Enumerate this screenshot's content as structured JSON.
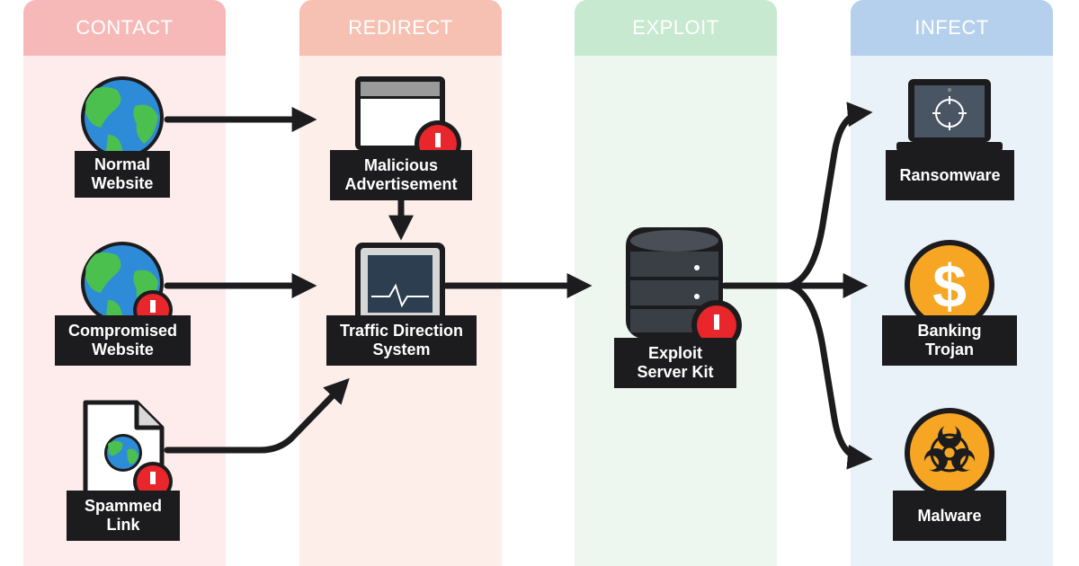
{
  "columns": [
    {
      "title": "CONTACT",
      "head_color": "#f7b9b8",
      "body_color": "#fdeceb"
    },
    {
      "title": "REDIRECT",
      "head_color": "#f6c1b2",
      "body_color": "#fdeeea"
    },
    {
      "title": "EXPLOIT",
      "head_color": "#c7e9cf",
      "body_color": "#edf7ef"
    },
    {
      "title": "INFECT",
      "head_color": "#b5d0ec",
      "body_color": "#e9f1f9"
    }
  ],
  "nodes": {
    "normal_website": {
      "line1": "Normal",
      "line2": "Website",
      "icon": "globe-icon"
    },
    "compromised_website": {
      "line1": "Compromised",
      "line2": "Website",
      "icon": "globe-alert-icon"
    },
    "spammed_link": {
      "line1": "Spammed",
      "line2": "Link",
      "icon": "document-globe-icon"
    },
    "malicious_ad": {
      "line1": "Malicious",
      "line2": "Advertisement",
      "icon": "browser-window-alert-icon"
    },
    "tds": {
      "line1": "Traffic Direction",
      "line2": "System",
      "icon": "monitor-pulse-icon"
    },
    "exploit_kit": {
      "line1": "Exploit",
      "line2": "Server Kit",
      "icon": "database-server-alert-icon"
    },
    "ransomware": {
      "line1": "Ransomware",
      "icon": "laptop-target-icon"
    },
    "banking_trojan": {
      "line1": "Banking",
      "line2": "Trojan",
      "icon": "dollar-coin-icon"
    },
    "malware": {
      "line1": "Malware",
      "icon": "biohazard-icon"
    }
  },
  "colors": {
    "alert_red": "#e8262b",
    "globe_blue": "#2d8bd8",
    "globe_green": "#4cc04e",
    "coin_orange": "#f6a623",
    "dark": "#1c1c1e"
  }
}
